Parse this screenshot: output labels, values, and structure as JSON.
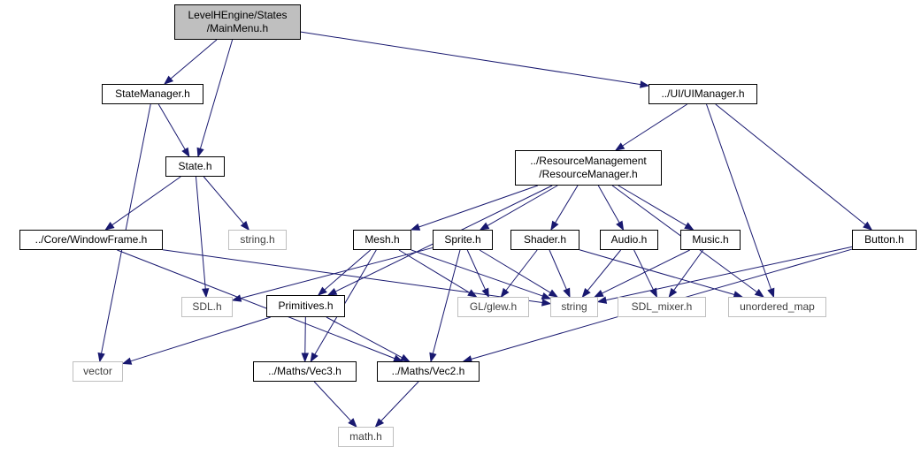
{
  "colors": {
    "edge": "#191970",
    "current_node_fill": "#bfbfbf",
    "node_border": "#000000",
    "system_node_border": "#bfbfbf"
  },
  "nodes": {
    "mainmenu": {
      "label": "LevelHEngine/States\n/MainMenu.h",
      "kind": "current"
    },
    "statemanager": {
      "label": "StateManager.h",
      "kind": "local"
    },
    "uimanager": {
      "label": "../UI/UIManager.h",
      "kind": "local"
    },
    "state": {
      "label": "State.h",
      "kind": "local"
    },
    "resourcemanager": {
      "label": "../ResourceManagement\n/ResourceManager.h",
      "kind": "local"
    },
    "windowframe": {
      "label": "../Core/WindowFrame.h",
      "kind": "local"
    },
    "string_h": {
      "label": "string.h",
      "kind": "system"
    },
    "mesh": {
      "label": "Mesh.h",
      "kind": "local"
    },
    "sprite": {
      "label": "Sprite.h",
      "kind": "local"
    },
    "shader": {
      "label": "Shader.h",
      "kind": "local"
    },
    "audio": {
      "label": "Audio.h",
      "kind": "local"
    },
    "music": {
      "label": "Music.h",
      "kind": "local"
    },
    "button": {
      "label": "Button.h",
      "kind": "local"
    },
    "sdl": {
      "label": "SDL.h",
      "kind": "system"
    },
    "primitives": {
      "label": "Primitives.h",
      "kind": "local"
    },
    "glew": {
      "label": "GL/glew.h",
      "kind": "system"
    },
    "string": {
      "label": "string",
      "kind": "system"
    },
    "sdl_mixer": {
      "label": "SDL_mixer.h",
      "kind": "system"
    },
    "unordered_map": {
      "label": "unordered_map",
      "kind": "system"
    },
    "vector": {
      "label": "vector",
      "kind": "system"
    },
    "vec3": {
      "label": "../Maths/Vec3.h",
      "kind": "local"
    },
    "vec2": {
      "label": "../Maths/Vec2.h",
      "kind": "local"
    },
    "math": {
      "label": "math.h",
      "kind": "system"
    }
  },
  "edges": [
    [
      "mainmenu",
      "statemanager"
    ],
    [
      "mainmenu",
      "state"
    ],
    [
      "mainmenu",
      "uimanager"
    ],
    [
      "statemanager",
      "state"
    ],
    [
      "statemanager",
      "vector"
    ],
    [
      "state",
      "windowframe"
    ],
    [
      "state",
      "sdl"
    ],
    [
      "state",
      "string_h"
    ],
    [
      "windowframe",
      "string"
    ],
    [
      "windowframe",
      "vec2"
    ],
    [
      "uimanager",
      "resourcemanager"
    ],
    [
      "uimanager",
      "unordered_map"
    ],
    [
      "uimanager",
      "button"
    ],
    [
      "resourcemanager",
      "primitives"
    ],
    [
      "resourcemanager",
      "mesh"
    ],
    [
      "resourcemanager",
      "sprite"
    ],
    [
      "resourcemanager",
      "shader"
    ],
    [
      "resourcemanager",
      "audio"
    ],
    [
      "resourcemanager",
      "music"
    ],
    [
      "resourcemanager",
      "unordered_map"
    ],
    [
      "mesh",
      "primitives"
    ],
    [
      "mesh",
      "vec3"
    ],
    [
      "mesh",
      "glew"
    ],
    [
      "mesh",
      "string"
    ],
    [
      "sprite",
      "vec2"
    ],
    [
      "sprite",
      "glew"
    ],
    [
      "sprite",
      "string"
    ],
    [
      "sprite",
      "sdl"
    ],
    [
      "shader",
      "glew"
    ],
    [
      "shader",
      "string"
    ],
    [
      "shader",
      "unordered_map"
    ],
    [
      "audio",
      "string"
    ],
    [
      "audio",
      "sdl_mixer"
    ],
    [
      "music",
      "string"
    ],
    [
      "music",
      "sdl_mixer"
    ],
    [
      "button",
      "string"
    ],
    [
      "button",
      "vec2"
    ],
    [
      "primitives",
      "vector"
    ],
    [
      "primitives",
      "vec3"
    ],
    [
      "primitives",
      "vec2"
    ],
    [
      "vec3",
      "math"
    ],
    [
      "vec2",
      "math"
    ]
  ]
}
